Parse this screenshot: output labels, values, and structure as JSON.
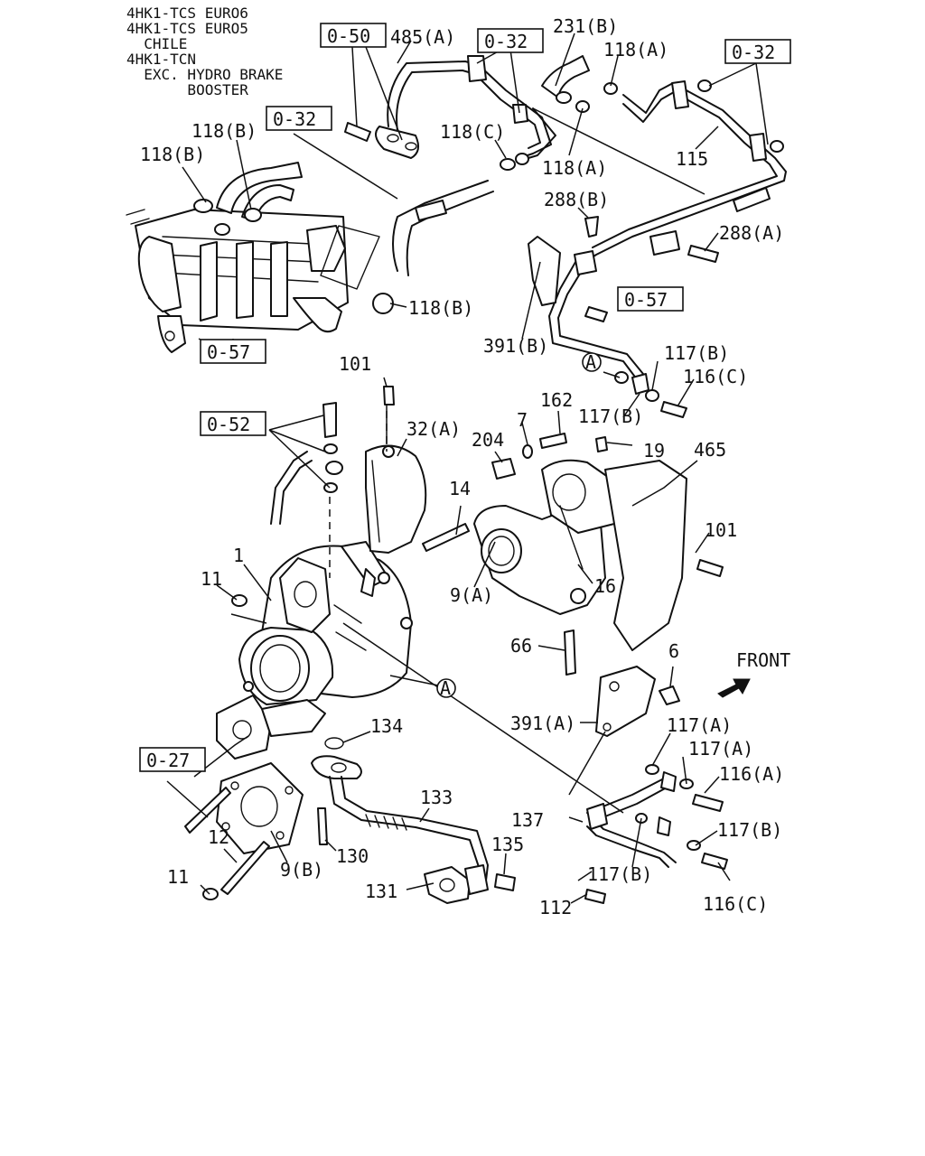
{
  "header": {
    "lines": [
      "4HK1-TCS EURO6",
      "4HK1-TCS EURO5",
      "  CHILE",
      "4HK1-TCN",
      "  EXC. HYDRO BRAKE",
      "       BOOSTER"
    ]
  },
  "refs": [
    "0-50",
    "0-32",
    "0-32",
    "0-32",
    "0-57",
    "0-57",
    "0-52",
    "0-27"
  ],
  "callouts": [
    "A",
    "A"
  ],
  "front_label": "FRONT",
  "labels": [
    "485(A)",
    "231(B)",
    "118(A)",
    "118(B)",
    "118(B)",
    "118(C)",
    "118(A)",
    "115",
    "288(B)",
    "288(A)",
    "118(B)",
    "391(B)",
    "117(B)",
    "116(C)",
    "117(B)",
    "101",
    "162",
    "7",
    "19",
    "465",
    "32(A)",
    "204",
    "14",
    "101",
    "1",
    "11",
    "9(A)",
    "16",
    "66",
    "6",
    "391(A)",
    "117(A)",
    "117(A)",
    "116(A)",
    "134",
    "133",
    "137",
    "117(B)",
    "117(B)",
    "116(C)",
    "112",
    "135",
    "131",
    "130",
    "9(B)",
    "12",
    "11"
  ]
}
